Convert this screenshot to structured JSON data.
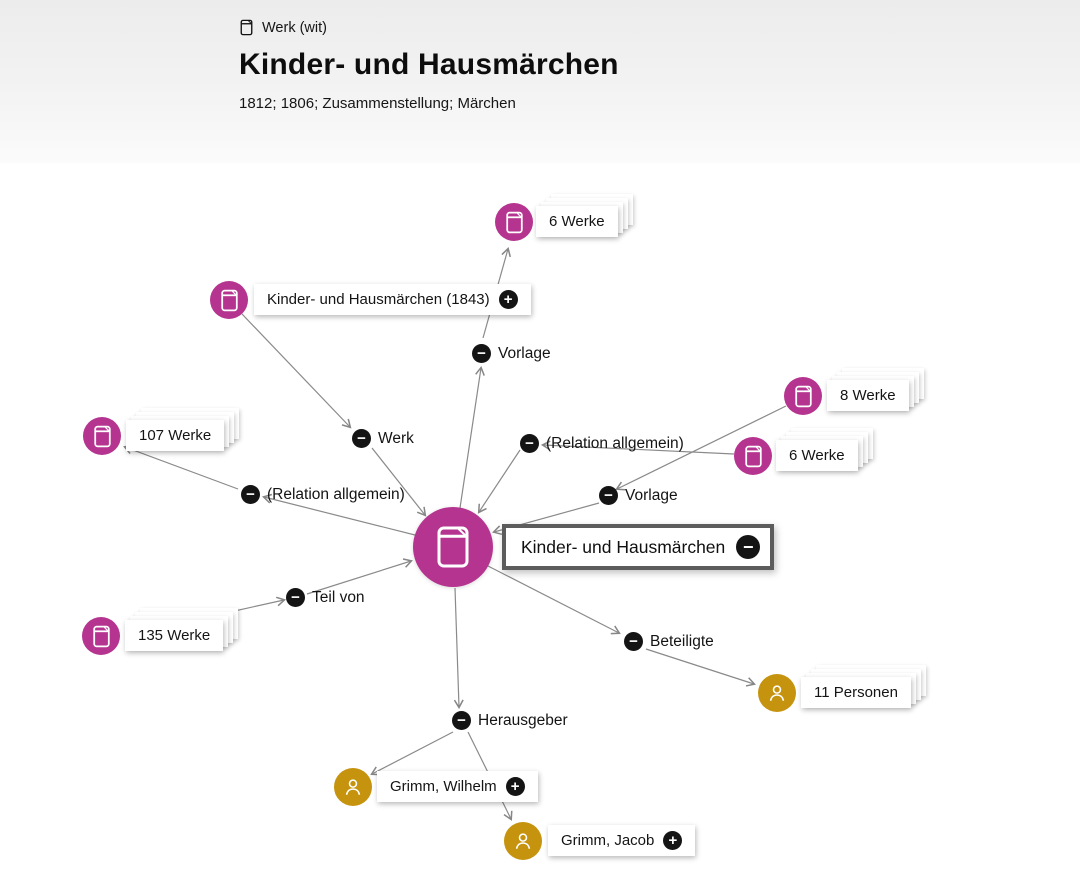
{
  "header": {
    "type_label": "Werk (wit)",
    "title": "Kinder- und Hausmärchen",
    "subtitle": "1812; 1806; Zusammenstellung; Märchen"
  },
  "colors": {
    "work_node": "#b5348f",
    "person_node": "#c5930e",
    "edge_line": "#8a8a8a",
    "label_background": "#ffffff",
    "button_background": "#141414",
    "central_border": "#5c5c5c"
  },
  "icons": {
    "work": "book-icon",
    "person": "person-icon",
    "header_type": "book-icon"
  },
  "graph": {
    "central_node": {
      "label": "Kinder- und Hausmärchen",
      "type": "work",
      "badge": "−"
    },
    "nodes": [
      {
        "id": "werke6-top",
        "label": "6 Werke",
        "type": "work",
        "stacked": true
      },
      {
        "id": "khm1843",
        "label": "Kinder- und Hausmärchen (1843)",
        "type": "work",
        "badge": "+"
      },
      {
        "id": "werke107",
        "label": "107 Werke",
        "type": "work",
        "stacked": true
      },
      {
        "id": "werke8",
        "label": "8 Werke",
        "type": "work",
        "stacked": true
      },
      {
        "id": "werke6-right",
        "label": "6 Werke",
        "type": "work",
        "stacked": true
      },
      {
        "id": "werke135",
        "label": "135 Werke",
        "type": "work",
        "stacked": true
      },
      {
        "id": "personen11",
        "label": "11 Personen",
        "type": "person",
        "stacked": true
      },
      {
        "id": "grimm-wilhelm",
        "label": "Grimm, Wilhelm",
        "type": "person",
        "badge": "+"
      },
      {
        "id": "grimm-jacob",
        "label": "Grimm, Jacob",
        "type": "person",
        "badge": "+"
      }
    ],
    "edge_labels": [
      {
        "id": "vorlage-top",
        "label": "Vorlage",
        "button": "−"
      },
      {
        "id": "werk",
        "label": "Werk",
        "button": "−"
      },
      {
        "id": "relation-allgemein-right",
        "label": "(Relation allgemein)",
        "button": "−"
      },
      {
        "id": "relation-allgemein-left",
        "label": "(Relation allgemein)",
        "button": "−"
      },
      {
        "id": "vorlage-right",
        "label": "Vorlage",
        "button": "−"
      },
      {
        "id": "teil-von",
        "label": "Teil von",
        "button": "−"
      },
      {
        "id": "beteiligte",
        "label": "Beteiligte",
        "button": "−"
      },
      {
        "id": "herausgeber",
        "label": "Herausgeber",
        "button": "−"
      }
    ]
  }
}
